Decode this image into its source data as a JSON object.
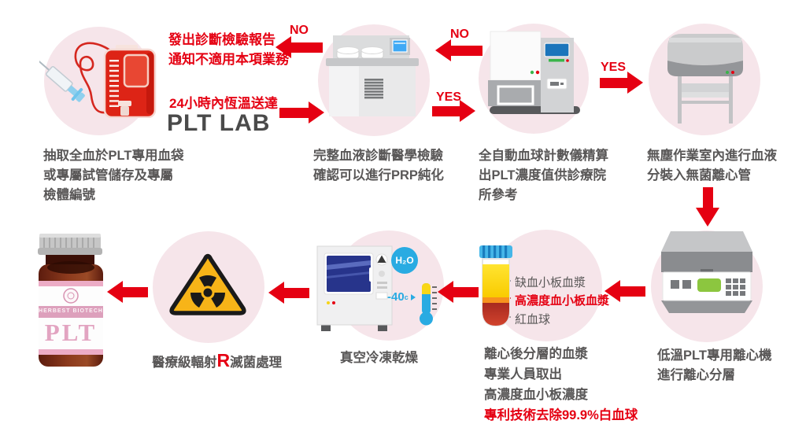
{
  "palette": {
    "accent_red": "#E50012",
    "circle_pink": "#F6E5EA",
    "caption_gray": "#595757"
  },
  "flow": {
    "no1": "NO",
    "no2": "NO",
    "yes1": "YES",
    "yes2": "YES"
  },
  "reject": {
    "line1": "發出診斷檢驗報告",
    "line2": "通知不適用本項業務"
  },
  "delivery": {
    "note": "24小時內恆溫送達",
    "destination": "PLT LAB"
  },
  "steps": {
    "collect": {
      "lines": [
        "抽取全血於PLT專用血袋",
        "或專屬試管儲存及專屬",
        "檢體編號"
      ]
    },
    "diagnose": {
      "lines": [
        "完整血液診斷醫學檢驗",
        "確認可以進行PRP純化"
      ]
    },
    "count": {
      "lines": [
        "全自動血球計數儀精算",
        "出PLT濃度值供診療院",
        "所參考"
      ]
    },
    "cleanroom": {
      "lines": [
        "無塵作業室內進行血液",
        "分裝入無菌離心管"
      ]
    },
    "centrifuge": {
      "lines": [
        "低溫PLT專用離心機",
        "進行離心分層"
      ]
    },
    "separate": {
      "lines": [
        "離心後分層的血漿",
        "專業人員取出",
        "高濃度血小板濃度"
      ],
      "highlight": "專利技術去除99.9%白血球"
    },
    "freeze_dry": {
      "label": "真空冷凍乾燥"
    },
    "sterilize": {
      "prefix": "醫療級輻射",
      "radiation_mark": "R",
      "suffix": "滅菌處理"
    }
  },
  "tube": {
    "layer_top": "缺血小板血漿",
    "layer_middle": "高濃度血小板血漿",
    "layer_bottom": "紅血球"
  },
  "freeze": {
    "h2o": "H₂O",
    "temperature": "-40",
    "temperature_unit": "c"
  },
  "vial": {
    "brand": "HERBEST BIOTECH",
    "product": "PLT"
  }
}
